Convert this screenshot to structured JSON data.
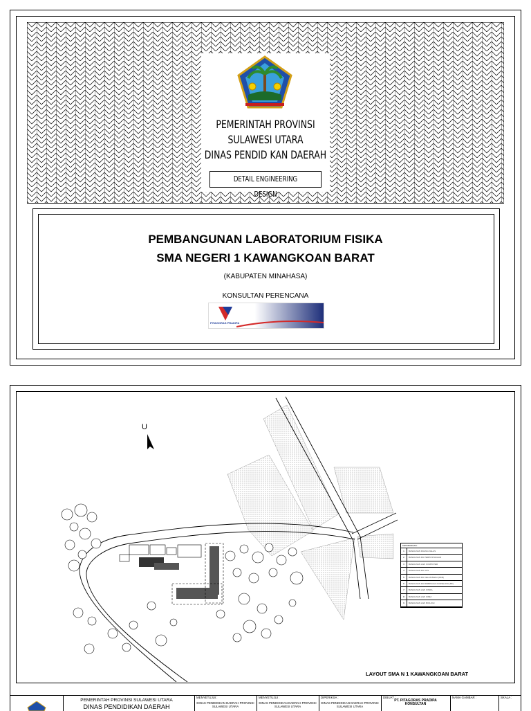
{
  "cover": {
    "agency_line1": "PEMERINTAH PROVINSI",
    "agency_line2": "SULAWESI UTARA",
    "agency_line3": "DINAS PENDID KAN DAERAH",
    "document_type": "DETAIL ENGINEERING DESIGN",
    "project_line1": "PEMBANGUNAN LABORATORIUM FISIKA",
    "project_line2": "SMA NEGERI 1 KAWANGKOAN BARAT",
    "regency": "(KABUPATEN MINAHASA)",
    "consultant_label": "KONSULTAN PERENCANA",
    "consultant_logo_text": "PITAGORAS PRADIPA"
  },
  "site_plan": {
    "north_label": "U",
    "title": "LAYOUT SMA N 1 KAWANGKOAN BARAT",
    "legend_title": "KETERANGAN :",
    "legend_items": [
      {
        "no": "1",
        "label": "BANGUNAN RUANG KELAS"
      },
      {
        "no": "2",
        "label": "BANGUNAN RU PERPUSTAKAAN"
      },
      {
        "no": "3",
        "label": "BANGUNAN LAB. KOMPUTER"
      },
      {
        "no": "4",
        "label": "BANGUNAN RU UKS"
      },
      {
        "no": "5",
        "label": "BANGUNAN RU KELAS BARU (RKB)"
      },
      {
        "no": "6",
        "label": "BANGUNAN RU BIMBINGAN KONSELING (BK)"
      },
      {
        "no": "7",
        "label": "BANGUNAN LAB. FISIKA"
      },
      {
        "no": "8",
        "label": "BANGUNAN LAB. KIMIA"
      },
      {
        "no": "9",
        "label": "BANGUNAN LAB. BIOLOGI"
      }
    ]
  },
  "title_block": {
    "owner_line1": "PEMERINTAH PROVINSI SULAWESI UTARA",
    "owner_line2": "DINAS PENDIDIKAN DAERAH",
    "col1_header": "MENYETUJUI :",
    "col1_text": "DINAS PENDIDIKAN DAERAH PROVINSI SULAWESI UTARA",
    "col2_header": "MENYETUJUI :",
    "col2_text": "DINAS PENDIDIKAN DAERAH PROVINSI SULAWESI UTARA",
    "col3_header": "DIPERIKSA :",
    "col3_text": "DINAS PENDIDIKAN DAERAH PROVINSI SULAWESI UTARA",
    "col4_header": "DIBUAT :",
    "col4_line1": "PT. PITAGORAS PRADIPA",
    "col4_line2": "KONSULTAN",
    "col5_header": "NAMA GAMBAR :",
    "col6_header": "SKALA :"
  }
}
